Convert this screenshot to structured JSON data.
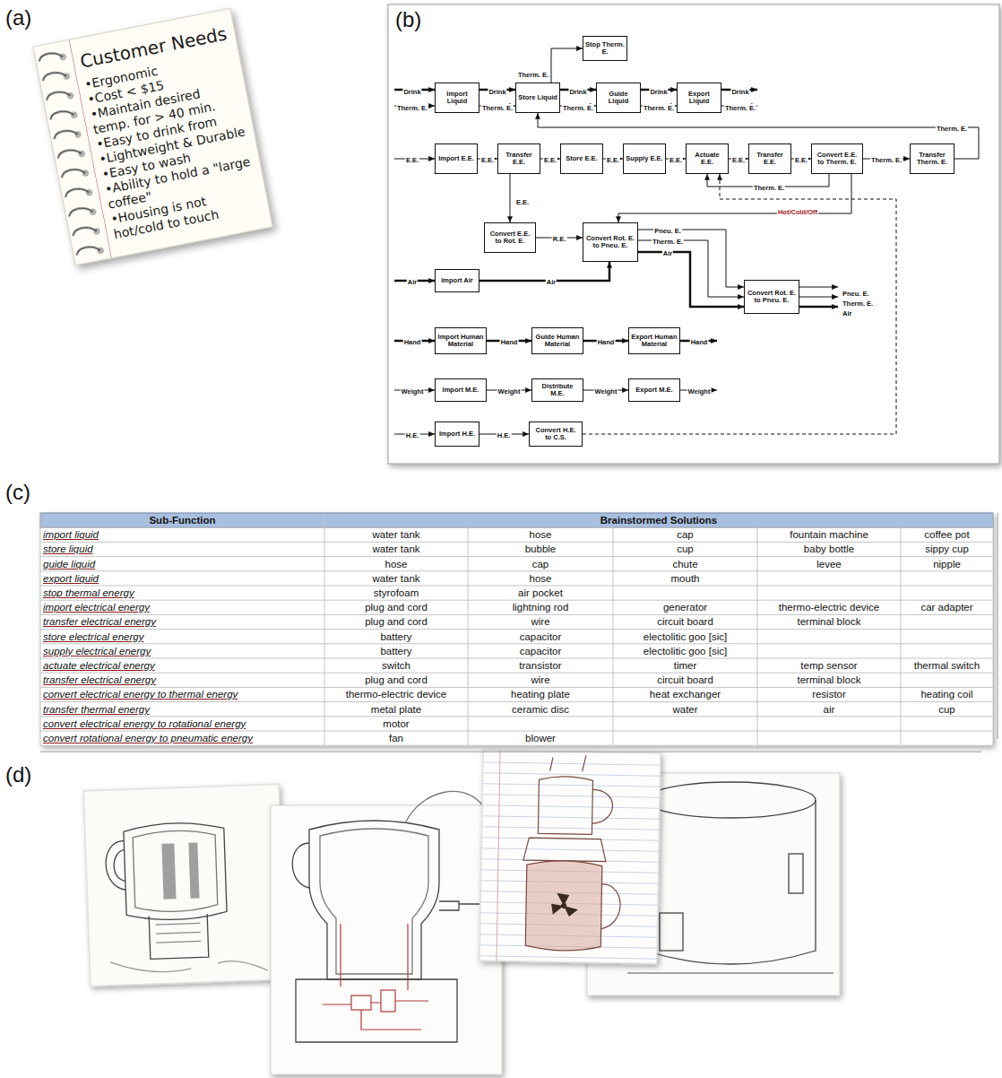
{
  "diagram": {
    "nodes": [
      {
        "text": [
          "Customer Needs",
          "•Ergonomic",
          "•Cost < $15",
          "•Maintain desired temp. for > 40 min.",
          "•Easy to drink from",
          "•Lightweight & Durable",
          "•Easy to wash",
          "•Ability to hold a \"large coffee\"",
          "•Housing is not hot/cold to touch"
        ]
      },
      {
        "text": [
          "Stop Therm. E."
        ]
      },
      {
        "text": [
          "Import Liquid"
        ]
      },
      {
        "text": [
          "Store Liquid"
        ]
      },
      {
        "text": [
          "Guide Liquid"
        ]
      },
      {
        "text": [
          "Export Liquid"
        ]
      },
      {
        "text": [
          "Import E.E."
        ]
      },
      {
        "text": [
          "Transfer E.E."
        ]
      },
      {
        "text": [
          "Store E.E."
        ]
      },
      {
        "text": [
          "Supply E.E."
        ]
      },
      {
        "text": [
          "Actuate E.E."
        ]
      },
      {
        "text": [
          "Transfer E.E."
        ]
      },
      {
        "text": [
          "Convert E.E. to Therm. E."
        ]
      },
      {
        "text": [
          "Transfer Therm. E."
        ]
      },
      {
        "text": [
          "Convert E.E. to Rot. E."
        ]
      },
      {
        "text": [
          "Convert Rot. E. to Pneu. E."
        ]
      },
      {
        "text": [
          "Convert Rot. E. to Pneu. E."
        ]
      },
      {
        "text": [
          "Import Air"
        ]
      },
      {
        "text": [
          "Import Human Material"
        ]
      },
      {
        "text": [
          "Guide Human Material"
        ]
      },
      {
        "text": [
          "Export Human Material"
        ]
      },
      {
        "text": [
          "Import M.E."
        ]
      },
      {
        "text": [
          "Distribute M.E."
        ]
      },
      {
        "text": [
          "Export M.E."
        ]
      },
      {
        "text": [
          "Import H.E."
        ]
      },
      {
        "text": [
          "Convert H.E. to C.S."
        ]
      }
    ],
    "edges": [
      {
        "from": 2,
        "to": 3,
        "label": "Drink",
        "arrow": "to"
      },
      {
        "from": 2,
        "to": 3,
        "label": "Therm. E.",
        "arrow": "to"
      },
      {
        "from": 3,
        "to": 4,
        "label": "Drink",
        "arrow": "to"
      },
      {
        "from": 3,
        "to": 4,
        "label": "Therm. E.",
        "arrow": "to"
      },
      {
        "from": 4,
        "to": 5,
        "label": "Drink",
        "arrow": "to"
      },
      {
        "from": 4,
        "to": 5,
        "label": "Therm. E.",
        "arrow": "to"
      },
      {
        "from": 3,
        "to": 1,
        "label": "Therm. E.",
        "arrow": "to"
      },
      {
        "from": 13,
        "to": 3,
        "label": "Therm. E.",
        "arrow": "to"
      },
      {
        "from": 6,
        "to": 7,
        "label": "E.E.",
        "arrow": "to"
      },
      {
        "from": 7,
        "to": 8,
        "label": "E.E.",
        "arrow": "to"
      },
      {
        "from": 8,
        "to": 9,
        "label": "E.E.",
        "arrow": "to"
      },
      {
        "from": 9,
        "to": 10,
        "label": "E.E.",
        "arrow": "to"
      },
      {
        "from": 10,
        "to": 11,
        "label": "E.E.",
        "arrow": "to"
      },
      {
        "from": 11,
        "to": 12,
        "label": "E.E.",
        "arrow": "to"
      },
      {
        "from": 12,
        "to": 13,
        "label": "Therm. E.",
        "arrow": "to"
      },
      {
        "from": 12,
        "to": 10,
        "label": "Therm. E.",
        "arrow": "to"
      },
      {
        "from": 7,
        "to": 14,
        "label": "E.E.",
        "arrow": "to"
      },
      {
        "from": 14,
        "to": 15,
        "label": "R.E.",
        "arrow": "to"
      },
      {
        "from": 12,
        "to": 15,
        "arrow": "to"
      },
      {
        "from": 17,
        "to": 15,
        "label": "Air",
        "arrow": "to"
      },
      {
        "from": 15,
        "to": 16,
        "label": "Pneu. E.",
        "arrow": "to"
      },
      {
        "from": 15,
        "to": 16,
        "label": "Therm. E.",
        "arrow": "to"
      },
      {
        "from": 15,
        "to": 16,
        "label": "Air",
        "arrow": "to"
      },
      {
        "from": 18,
        "to": 19,
        "label": "Hand",
        "arrow": "to"
      },
      {
        "from": 19,
        "to": 20,
        "label": "Hand",
        "arrow": "to"
      },
      {
        "from": 21,
        "to": 22,
        "label": "Weight",
        "arrow": "to"
      },
      {
        "from": 22,
        "to": 23,
        "label": "Weight",
        "arrow": "to"
      },
      {
        "from": 24,
        "to": 25,
        "label": "H.E.",
        "arrow": "to"
      },
      {
        "from": 25,
        "to": 10,
        "label": "Hot/Cold/Off",
        "arrow": "to"
      }
    ],
    "labels": [
      "(a)",
      "(b)",
      "Drink",
      "Therm. E.",
      "Drink",
      "Therm. E.",
      "E.E.",
      "Air",
      "Pneu. E.",
      "Therm. E.",
      "Air",
      "Hand",
      "Hand",
      "Weight",
      "Weight",
      "H.E.",
      "(c)",
      "Sub-Function",
      "Brainstormed Solutions",
      "import liquid",
      "water tank",
      "hose",
      "cap",
      "fountain machine",
      "coffee pot",
      "store liquid",
      "water tank",
      "bubble",
      "cup",
      "baby bottle",
      "sippy cup",
      "guide liquid",
      "hose",
      "cap",
      "chute",
      "levee",
      "nipple",
      "export liquid",
      "water tank",
      "hose",
      "mouth",
      "stop thermal energy",
      "styrofoam",
      "air pocket",
      "import electrical energy",
      "plug and cord",
      "lightning rod",
      "generator",
      "thermo-electric device",
      "car adapter",
      "transfer electrical energy",
      "plug and cord",
      "wire",
      "circuit board",
      "terminal block",
      "store electrical energy",
      "battery",
      "capacitor",
      "electolitic goo [sic]",
      "supply electrical energy",
      "battery",
      "capacitor",
      "electolitic goo [sic]",
      "actuate electrical energy",
      "switch",
      "transistor",
      "timer",
      "temp sensor",
      "thermal switch",
      "transfer electrical energy",
      "plug and cord",
      "wire",
      "circuit board",
      "terminal block",
      "convert electrical energy to thermal energy",
      "thermo-electric device",
      "heating plate",
      "heat exchanger",
      "resistor",
      "heating coil",
      "transfer thermal energy",
      "metal plate",
      "ceramic disc",
      "water",
      "air",
      "cup",
      "convert electrical energy to rotational energy",
      "motor",
      "convert rotational energy to pneumatic energy",
      "fan",
      "blower",
      "(d)"
    ]
  }
}
